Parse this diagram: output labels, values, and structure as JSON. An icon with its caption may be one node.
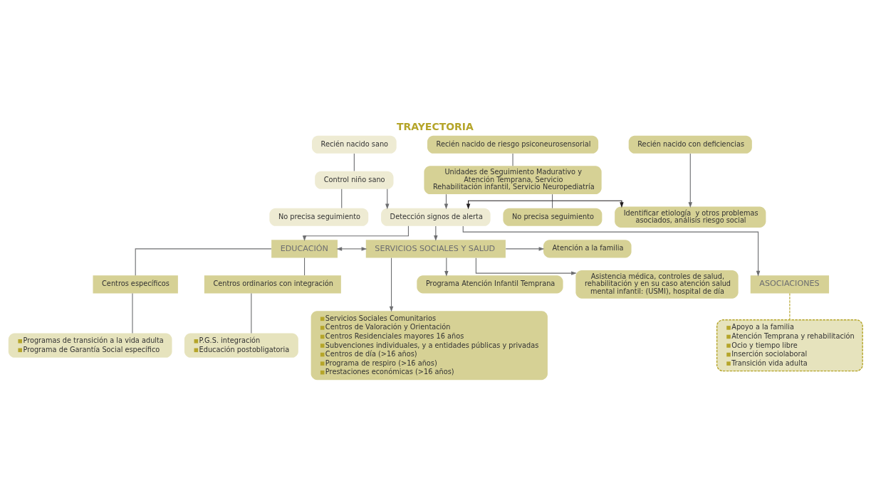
{
  "diagram": {
    "title": "TRAYECTORIA",
    "nodes": [
      {
        "text": [
          "Recién nacido sano"
        ]
      },
      {
        "text": [
          "Recién nacido de riesgo psiconeurosensorial"
        ]
      },
      {
        "text": [
          "Recién nacido con deficiencias"
        ]
      },
      {
        "text": [
          "Control niño sano"
        ]
      },
      {
        "text": [
          "Unidades de Seguimiento Madurativo y Atención Temprana, Servicio Rehabilitación infantil, Servicio Neuropediatría"
        ]
      },
      {
        "text": [
          "No precisa seguimiento"
        ]
      },
      {
        "text": [
          "No precisa seguimiento"
        ]
      },
      {
        "text": [
          "Detección signos de alerta"
        ]
      },
      {
        "text": [
          "Identificar etiología  y otros problemas asociados, análisis riesgo social"
        ]
      },
      {
        "text": [
          "ASOCIACIONES"
        ]
      },
      {
        "text": [
          "Programa Atención Infantil Temprana"
        ]
      },
      {
        "text": [
          "EDUCACIÓN"
        ]
      },
      {
        "text": [
          "SERVICIOS SOCIALES Y SALUD"
        ]
      },
      {
        "text": [
          "Atención a la familia"
        ]
      },
      {
        "text": [
          "Centros ordinarios con integración"
        ]
      },
      {
        "text": [
          "Centros específicos"
        ]
      },
      {
        "text": [
          "Asistencia médica, controles de salud, rehabilitación y en su caso atención salud mental infantil: (USMI), hospital de día"
        ]
      },
      {
        "text": [
          "P.G.S. integración",
          "Educación postobligatoria"
        ]
      },
      {
        "text": [
          "Programas de transición a la vida adulta",
          "Programa de Garantía Social específico"
        ]
      },
      {
        "text": [
          "Apoyo a la familia",
          "Atención Temprana y rehabilitación",
          "Ocio y tiempo libre",
          "Inserción sociolaboral",
          "Transición vida adulta"
        ]
      },
      {
        "text": [
          "Servicios Sociales Comunitarios",
          "Centros de Valoración y Orientación",
          "Centros Residenciales mayores 16 años",
          "Subvenciones individuales, y a entidades públicas y privadas",
          "Centros de día (>16 años)",
          "Programa de respiro (>16 años)",
          "Prestaciones económicas (>16 años)"
        ]
      }
    ],
    "edges": [
      {
        "from": 0,
        "to": 3,
        "arrow": "none"
      },
      {
        "from": 3,
        "to": 5,
        "arrow": "none"
      },
      {
        "from": 1,
        "to": 4,
        "arrow": "none"
      },
      {
        "from": 4,
        "to": 6,
        "arrow": "none"
      },
      {
        "from": 3,
        "to": 7,
        "arrow": "to"
      },
      {
        "from": 4,
        "to": 7,
        "arrow": "to"
      },
      {
        "from": 2,
        "to": 8,
        "arrow": "to"
      },
      {
        "from": 7,
        "to": 8,
        "arrow": "both",
        "color": "#231f20"
      },
      {
        "from": 7,
        "to": 11,
        "arrow": "to"
      },
      {
        "from": 7,
        "to": 9,
        "arrow": "to"
      },
      {
        "from": 7,
        "to": 12,
        "arrow": "to"
      },
      {
        "from": 11,
        "to": 12,
        "arrow": "both"
      },
      {
        "from": 12,
        "to": 10,
        "arrow": "to"
      },
      {
        "from": 12,
        "to": 13,
        "arrow": "to"
      },
      {
        "from": 12,
        "to": 16,
        "arrow": "to"
      },
      {
        "from": 12,
        "to": 20,
        "arrow": "to"
      },
      {
        "from": 11,
        "to": 14,
        "arrow": "none"
      },
      {
        "from": 14,
        "to": 17,
        "arrow": "none"
      },
      {
        "from": 11,
        "to": 15,
        "arrow": "none"
      },
      {
        "from": 15,
        "to": 18,
        "arrow": "none"
      },
      {
        "from": 9,
        "to": 19,
        "arrow": "none",
        "style": "dashed",
        "color": "#b5a52a"
      }
    ]
  }
}
